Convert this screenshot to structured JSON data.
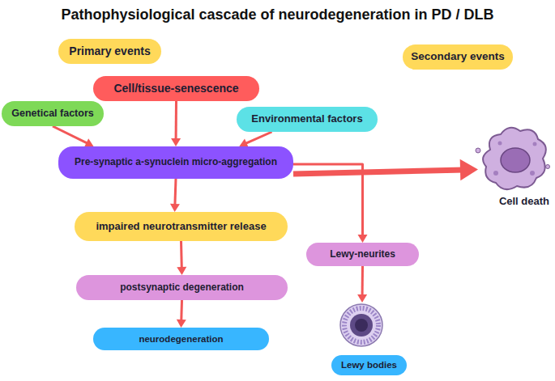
{
  "diagram": {
    "title": "Pathophysiological cascade of neurodegeneration in PD / DLB",
    "nodes": [
      {
        "text": [
          "Primary events"
        ]
      },
      {
        "text": [
          "Secondary events"
        ]
      },
      {
        "text": [
          "Cell/tissue-senescence"
        ]
      },
      {
        "text": [
          "Genetical factors"
        ]
      },
      {
        "text": [
          "Environmental factors"
        ]
      },
      {
        "text": [
          "Pre-synaptic a-synuclein micro-aggregation"
        ]
      },
      {
        "text": [
          "impaired neurotransmitter release"
        ]
      },
      {
        "text": [
          "Lewy-neurites"
        ]
      },
      {
        "text": [
          "postsynaptic degeneration"
        ]
      },
      {
        "text": [
          "neurodegeneration"
        ]
      },
      {
        "text": [
          "Cell death"
        ]
      },
      {
        "text": [
          "Lewy bodies"
        ]
      }
    ],
    "edges": [
      {
        "from": 2,
        "to": 5,
        "arrow": "to"
      },
      {
        "from": 3,
        "to": 5,
        "arrow": "to"
      },
      {
        "from": 4,
        "to": 5,
        "arrow": "to"
      },
      {
        "from": 5,
        "to": 6,
        "arrow": "to"
      },
      {
        "from": 6,
        "to": 8,
        "arrow": "to"
      },
      {
        "from": 8,
        "to": 9,
        "arrow": "to"
      },
      {
        "from": 5,
        "to": 7,
        "arrow": "to"
      },
      {
        "from": 7,
        "to": 11,
        "arrow": "to"
      },
      {
        "from": 5,
        "to": 10,
        "arrow": "to"
      }
    ]
  }
}
